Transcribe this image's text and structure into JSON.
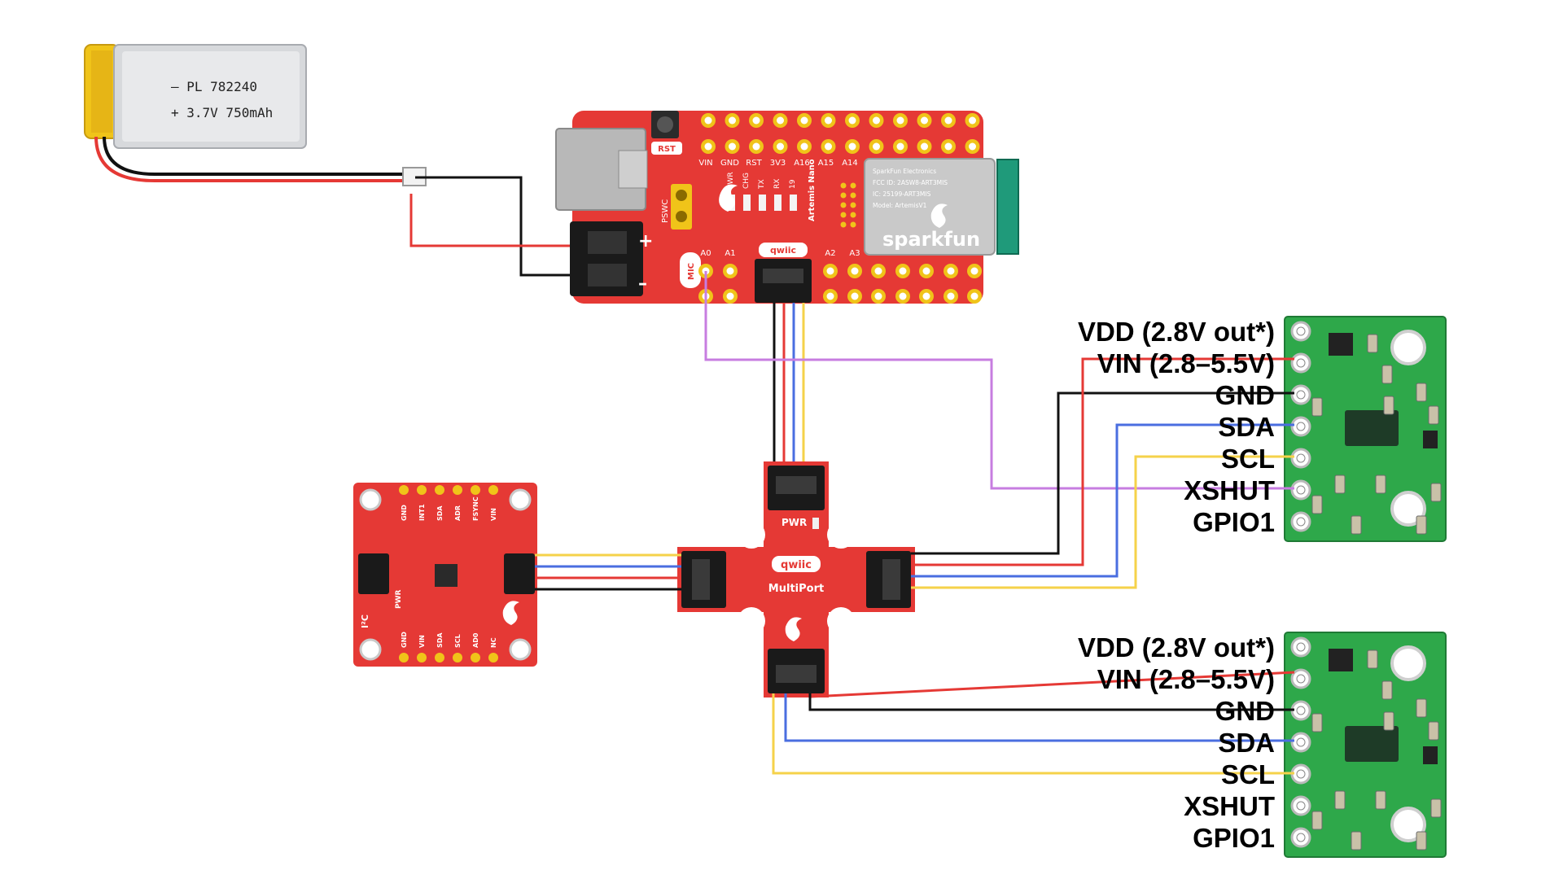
{
  "colors": {
    "red_board": "#e53935",
    "green_board": "#2ea84a",
    "wire_black": "#111111",
    "wire_red": "#e53935",
    "wire_blue": "#4a6ee0",
    "wire_yellow": "#f5d24a",
    "wire_purple": "#c77de0"
  },
  "battery": {
    "line1": "– PL 782240",
    "line2": "+ 3.7V 750mAh"
  },
  "main_board": {
    "rst_button": "RST",
    "top_pins": [
      "VIN",
      "GND",
      "RST",
      "3V3",
      "A16",
      "A15",
      "A14"
    ],
    "led_labels": [
      "PWR",
      "CHG",
      "TX",
      "RX",
      "19"
    ],
    "pswc": "PSWC",
    "mic": "MIC",
    "board_name": "Artemis Nano",
    "qwiic": "qwiic",
    "bottom_pins": [
      "A0",
      "A1",
      "A2",
      "A3"
    ],
    "plus": "+",
    "minus": "–",
    "module_text": [
      "SparkFun Electronics",
      "FCC ID: 2ASW8-ART3MIS",
      "IC: 25199-ART3MIS",
      "Model: ArtemisV1"
    ],
    "module_brand": "sparkfun"
  },
  "multiport": {
    "pwr": "PWR",
    "qwiic": "qwiic",
    "name": "MultiPort"
  },
  "imu_board": {
    "top_pins": [
      "GND",
      "INT1",
      "SDA",
      "ADR",
      "FSYNC",
      "VIN"
    ],
    "bottom_pins": [
      "GND",
      "VIN",
      "SDA",
      "SCL",
      "AD0",
      "NC"
    ],
    "i2c": "I²C",
    "pwr": "PWR"
  },
  "sensor_top": {
    "pins": [
      "VDD (2.8V out*)",
      "VIN (2.8–5.5V)",
      "GND",
      "SDA",
      "SCL",
      "XSHUT",
      "GPIO1"
    ]
  },
  "sensor_bottom": {
    "pins": [
      "VDD (2.8V out*)",
      "VIN (2.8–5.5V)",
      "GND",
      "SDA",
      "SCL",
      "XSHUT",
      "GPIO1"
    ]
  }
}
